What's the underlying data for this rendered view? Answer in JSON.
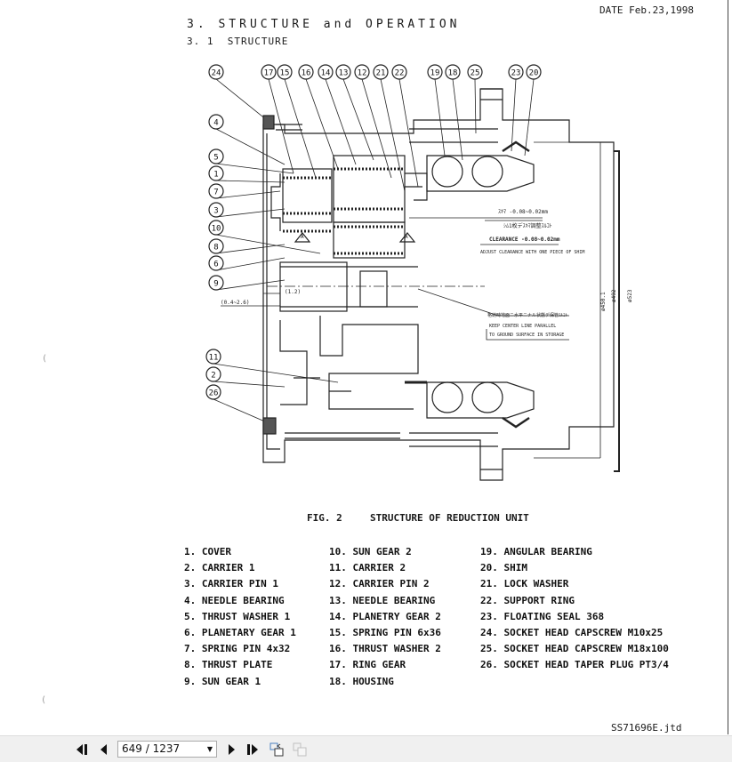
{
  "document": {
    "date": "DATE Feb.23,1998",
    "heading": "3. STRUCTURE and OPERATION",
    "subheading": "3. 1  STRUCTURE",
    "figure_number": "FIG. 2",
    "figure_title": "STRUCTURE OF REDUCTION UNIT",
    "footer_id": "SS71696E.jtd",
    "callouts_top": [
      "24",
      "17",
      "15",
      "16",
      "14",
      "13",
      "12",
      "21",
      "22",
      "19",
      "18",
      "25",
      "23",
      "20"
    ],
    "callouts_left": [
      "4",
      "5",
      "1",
      "7",
      "3",
      "10",
      "8",
      "6",
      "9",
      "11",
      "2",
      "26"
    ],
    "annotations": {
      "clearance_jp": "ｽｷﾏ -0.08~0.02mm",
      "shim_jp": "ｼﾑ1枚デｽｷﾏ調整ｽﾙｺﾄ",
      "clearance": "CLEARANCE -0.08~0.02mm",
      "adjust": "ADJUST CLEARANCE WITH ONE PIECE OF SHIM",
      "storage_jp": "格納時地面ニ水平ニナル状態デ保管ｽﾙｺﾄ",
      "keep_center": "KEEP CENTER LINE PARALLEL",
      "to_ground": "TO GROUND SURFACE IN STORAGE",
      "dim_1": "(1.2)",
      "dim_2": "(0.4~2.6)",
      "dia_1": "ø450.1",
      "dia_2": "ø492",
      "dia_3": "ø523",
      "section_mark": "A"
    },
    "parts": [
      [
        "1. COVER",
        "2. CARRIER 1",
        "3. CARRIER PIN 1",
        "4. NEEDLE BEARING",
        "5. THRUST WASHER 1",
        "6. PLANETARY GEAR 1",
        "7. SPRING PIN 4x32",
        "8. THRUST PLATE",
        "9. SUN GEAR 1"
      ],
      [
        "10. SUN GEAR 2",
        "11. CARRIER 2",
        "12. CARRIER PIN 2",
        "13. NEEDLE BEARING",
        "14. PLANETRY GEAR 2",
        "15. SPRING PIN 6x36",
        "16. THRUST WASHER 2",
        "17. RING GEAR",
        "18. HOUSING"
      ],
      [
        "19. ANGULAR BEARING",
        "20. SHIM",
        "21. LOCK WASHER",
        "22. SUPPORT RING",
        "23. FLOATING SEAL 368",
        "24. SOCKET HEAD CAPSCREW M10x25",
        "25. SOCKET HEAD CAPSCREW M18x100",
        "26. SOCKET HEAD TAPER PLUG PT3/4"
      ]
    ]
  },
  "toolbar": {
    "page_value": "649 / 1237",
    "icons": [
      "first-page-icon",
      "previous-page-icon",
      "next-page-icon",
      "last-page-icon",
      "rotate-view-icon",
      "dual-page-icon"
    ]
  }
}
